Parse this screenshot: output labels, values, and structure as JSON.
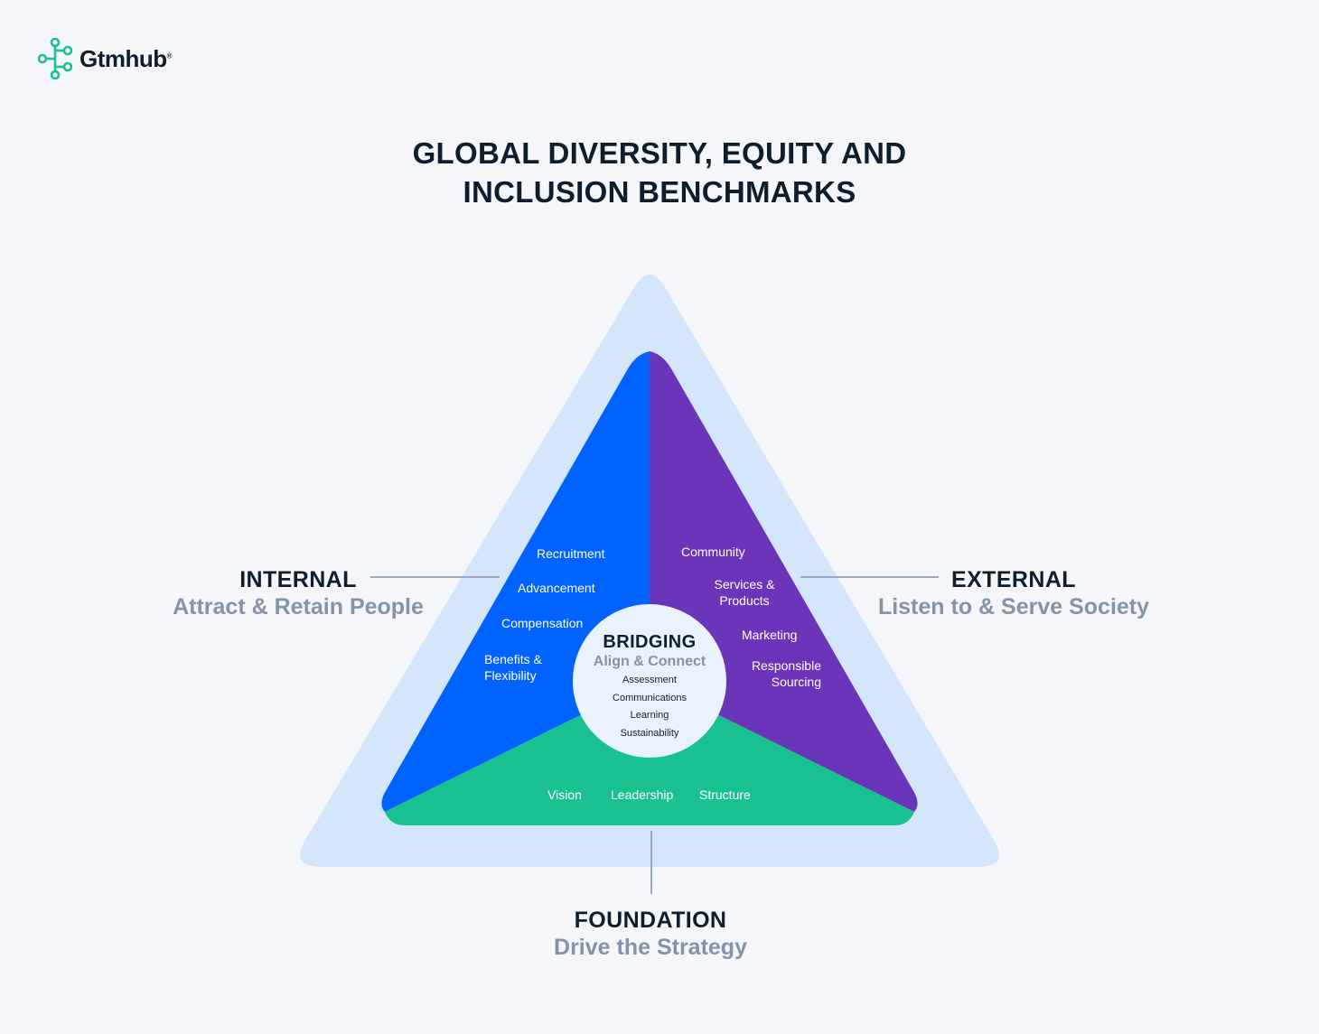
{
  "brand": {
    "name": "Gtmhub",
    "color": "#1cc191"
  },
  "title": {
    "line1": "GLOBAL DIVERSITY, EQUITY AND",
    "line2": "INCLUSION BENCHMARKS"
  },
  "colors": {
    "outer_triangle": "#d3e6fb",
    "internal": "#0062ff",
    "external": "#6b35b9",
    "foundation": "#19c190",
    "hub": "#eaf3fd",
    "heading": "#0f1e2d",
    "subheading": "#8593a8"
  },
  "internal": {
    "heading": "INTERNAL",
    "subheading": "Attract & Retain People",
    "items": [
      "Recruitment",
      "Advancement",
      "Compensation",
      "Benefits &\nFlexibility"
    ]
  },
  "external": {
    "heading": "EXTERNAL",
    "subheading": "Listen to & Serve Society",
    "items": [
      "Community",
      "Services &\nProducts",
      "Marketing",
      "Responsible\nSourcing"
    ]
  },
  "foundation": {
    "heading": "FOUNDATION",
    "subheading": "Drive the Strategy",
    "items": [
      "Vision",
      "Leadership",
      "Structure"
    ]
  },
  "bridging": {
    "heading": "BRIDGING",
    "subheading": "Align & Connect",
    "items": [
      "Assessment",
      "Communications",
      "Learning",
      "Sustainability"
    ]
  }
}
